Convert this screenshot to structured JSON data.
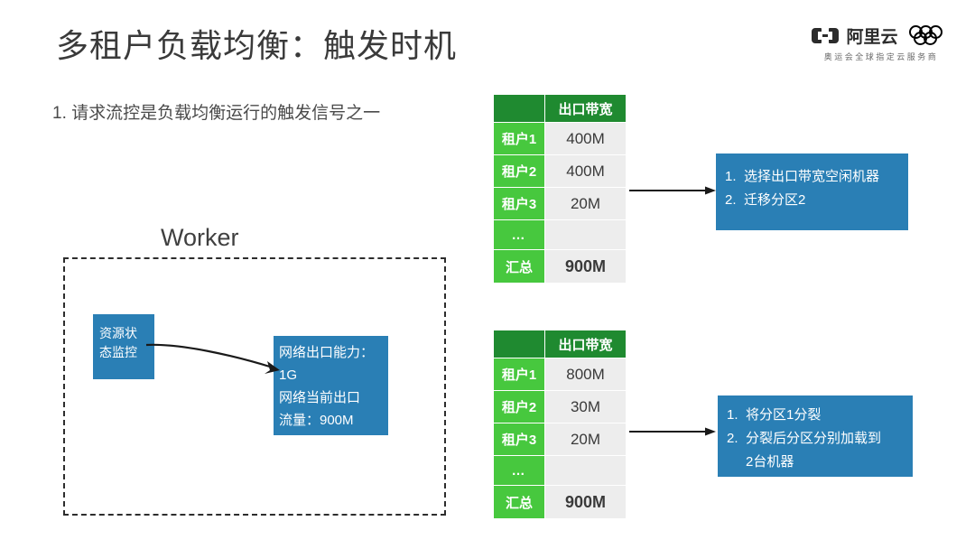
{
  "slide": {
    "title": "多租户负载均衡：触发时机",
    "bullet_1": "1. 请求流控是负载均衡运行的触发信号之一"
  },
  "brand": {
    "name": "阿里云",
    "tagline": "奥运会全球指定云服务商",
    "rings": [
      "ring-blue",
      "ring-black",
      "ring-red",
      "ring-yellow",
      "ring-green"
    ]
  },
  "worker": {
    "label": "Worker",
    "monitor_box": "资源状态监控",
    "netcap_lines": [
      "网络出口能力：",
      "1G",
      "网络当前出口",
      "流量：900M"
    ]
  },
  "tables": [
    {
      "id": "table-bandwidth-1",
      "header_blank": "",
      "header_col2": "出口带宽",
      "rows": [
        {
          "label": "租户1",
          "value": "400M"
        },
        {
          "label": "租户2",
          "value": "400M"
        },
        {
          "label": "租户3",
          "value": "20M"
        },
        {
          "label": "…",
          "value": ""
        },
        {
          "label": "汇总",
          "value": "900M"
        }
      ]
    },
    {
      "id": "table-bandwidth-2",
      "header_blank": "",
      "header_col2": "出口带宽",
      "rows": [
        {
          "label": "租户1",
          "value": "800M"
        },
        {
          "label": "租户2",
          "value": "30M"
        },
        {
          "label": "租户3",
          "value": "20M"
        },
        {
          "label": "…",
          "value": ""
        },
        {
          "label": "汇总",
          "value": "900M"
        }
      ]
    }
  ],
  "callouts": [
    {
      "id": "callout-1",
      "items": [
        {
          "num": "1.",
          "text": "选择出口带宽空闲机器"
        },
        {
          "num": "2.",
          "text": "迁移分区2"
        }
      ],
      "continuation": ""
    },
    {
      "id": "callout-2",
      "items": [
        {
          "num": "1.",
          "text": "将分区1分裂"
        },
        {
          "num": "2.",
          "text": "分裂后分区分别加载到"
        }
      ],
      "continuation": "2台机器"
    }
  ],
  "colors": {
    "table_header_green": "#1f8a30",
    "table_label_green": "#47c83e",
    "table_value_grey": "#ededed",
    "box_blue": "#2a7fb5",
    "text_dark": "#3a3a3a",
    "background": "#ffffff"
  }
}
